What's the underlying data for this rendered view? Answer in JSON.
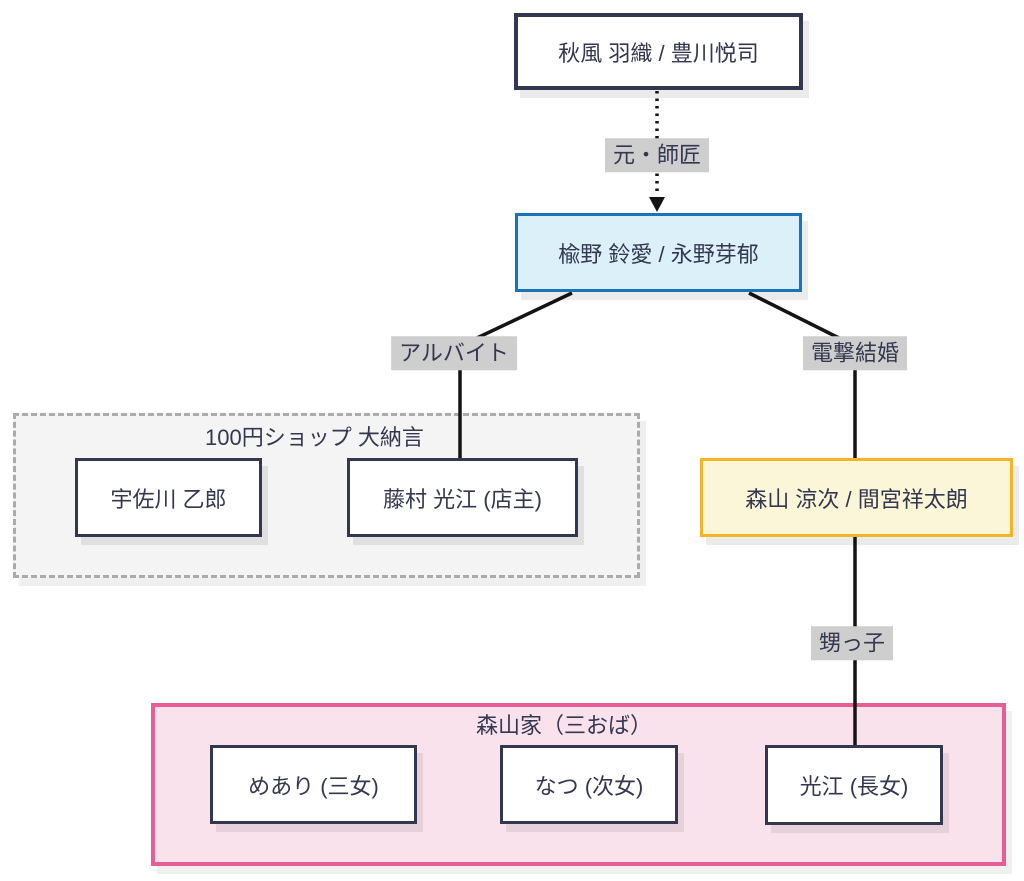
{
  "nodes": {
    "akikaze": {
      "label": "秋風 羽織 / 豊川悦司"
    },
    "suzume": {
      "label": "楡野 鈴愛 / 永野芽郁"
    },
    "ryoji": {
      "label": "森山 涼次 / 間宮祥太朗"
    }
  },
  "groups": {
    "shop": {
      "title": "100円ショップ 大納言",
      "members": {
        "usagawa": {
          "label": "宇佐川 乙郎"
        },
        "fujimura": {
          "label": "藤村 光江 (店主)"
        }
      }
    },
    "family": {
      "title": "森山家（三おば）",
      "members": {
        "meari": {
          "label": "めあり (三女)"
        },
        "natsu": {
          "label": "なつ (次女)"
        },
        "mitsue": {
          "label": "光江 (長女)"
        }
      }
    }
  },
  "edge_labels": {
    "mentor": "元・師匠",
    "parttime": "アルバイト",
    "marriage": "電撃結婚",
    "nephew": "甥っ子"
  },
  "colors": {
    "text": "#33374f",
    "node_border": "#33374f",
    "line": "#141414",
    "edge_label_bg": "#cecece",
    "blue_node_fill": "#dcf0fa",
    "blue_node_border": "#1a73b8",
    "yellow_node_fill": "#fcf6d9",
    "yellow_node_border": "#f5b427",
    "family_group_fill": "#fae2ed",
    "family_group_border": "#e85d95",
    "shop_group_fill": "#f4f4f4",
    "shop_group_border": "#ababab"
  }
}
